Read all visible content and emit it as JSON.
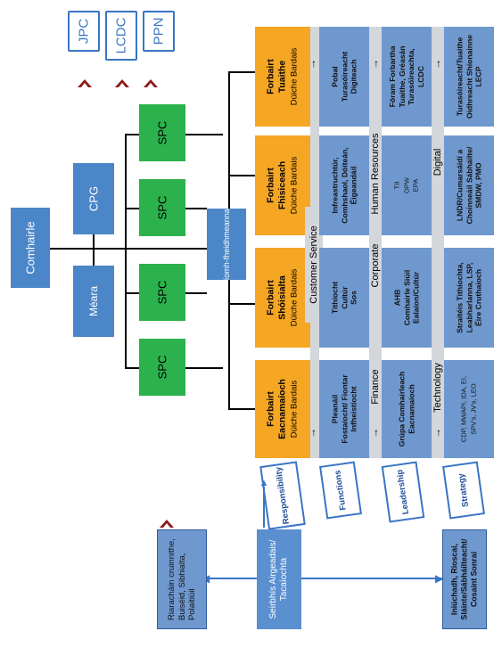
{
  "top_tags": [
    {
      "label": "JPC",
      "icon": "chevron-up-icon"
    },
    {
      "label": "LCDC",
      "icon": "chevron-up-icon"
    },
    {
      "label": "PPN",
      "icon": "chevron-up-icon"
    }
  ],
  "governance": {
    "council": "Comhairle",
    "cpg": "CPG",
    "mayor": "Méara",
    "chief_exec": "Príomh-fheidhmeannach",
    "spc_boxes": [
      "SPC",
      "SPC",
      "SPC",
      "SPC"
    ]
  },
  "columns": [
    {
      "title_line1": "Forbairt",
      "title_line2": "Tuaithe",
      "subtitle": "Dúiche Bardais"
    },
    {
      "title_line1": "Forbairt",
      "title_line2": "Fhisiceach",
      "subtitle": "Dúiche Bardais"
    },
    {
      "title_line1": "Forbairt",
      "title_line2": "Shóisialta",
      "subtitle": "Dúiche Bardais"
    },
    {
      "title_line1": "Forbairt",
      "title_line2": "Eacnamaíoch",
      "subtitle": "Dúiche Bardais"
    }
  ],
  "rows": [
    {
      "tag": "Responsibility",
      "section": "Customer Service",
      "cells": [
        [
          "Pobal",
          "Turasóireacht",
          "Digiteach"
        ],
        [
          "Infreastruchtúr,",
          "Comhshaol, Dóiteán,",
          "Éigeandáil"
        ],
        [
          "Tithíocht",
          "Cultúr",
          "Sos"
        ],
        [
          "Pleanáil",
          "Fostaíocht/ Fiontar",
          "Infheistíocht"
        ]
      ]
    },
    {
      "tag": "Functions",
      "section_cells": [
        "Human Resources",
        "Corporate",
        "Finance"
      ],
      "cells": [
        [
          "Fóram Forbartha",
          "Tuaithe, Gréasán",
          "Turasóireachta,",
          "LCDC"
        ],
        [
          "TII",
          "OPW",
          "EPA"
        ],
        [
          "AHB",
          "Comhairle Siúil",
          "Ealaíon/Cultúr"
        ],
        [
          "Grúpa Comhairleach",
          "Eacnamaíoch"
        ]
      ]
    },
    {
      "tag": "Leadership",
      "section_cells": [
        "Digital",
        "Technology"
      ],
      "cells": [
        [
          "Turasóireacht/Tuaithe",
          "Oidhreacht Shíonainne",
          "LECP"
        ],
        [
          "LNDR/Cumarsáidí a",
          "Choinneáil Sábháilte/",
          "SMDW, PMO"
        ],
        [
          "Straitéis Tithíochta,",
          "Leabharlanna, LSP,",
          "Éire Cruthaíoch"
        ],
        [
          "CDP, MWAPI, IDA, EI,",
          "SPV's, JV's, LEO"
        ]
      ]
    }
  ],
  "strategy_tag": "Strategy",
  "bottom": {
    "support_service": "Seirbhís Airgeadais/ Tacaíochta",
    "left_box": [
      "Riaracháin cruinnithe,",
      "Buiséid, Sibhialta,",
      "Polaitiúil"
    ],
    "right_box": [
      "Iniúchadh, Rioscaí,",
      "Sláinte/Sábháilteacht/",
      "Cosaint Sonraí"
    ]
  },
  "colors": {
    "blue": "#4a86c8",
    "green": "#2bb24c",
    "orange": "#f5a623",
    "cell": "#6f98cf",
    "band": "#d3d6da",
    "chevron": "#8b1a1a"
  }
}
